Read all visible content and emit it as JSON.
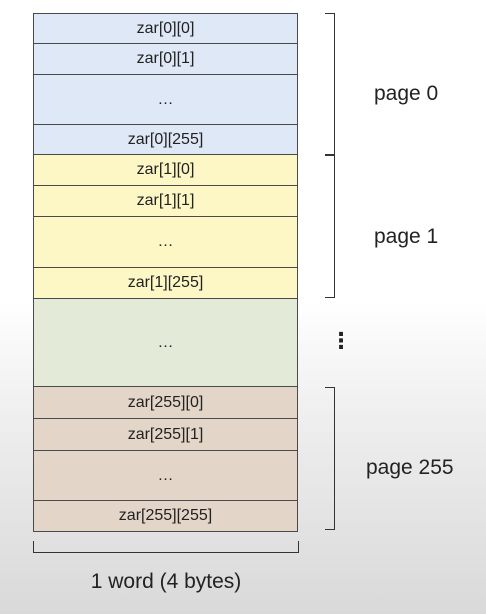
{
  "page0": {
    "cells": [
      "zar[0][0]",
      "zar[0][1]",
      "…",
      "zar[0][255]"
    ],
    "label": "page 0"
  },
  "page1": {
    "cells": [
      "zar[1][0]",
      "zar[1][1]",
      "…",
      "zar[1][255]"
    ],
    "label": "page 1"
  },
  "middle": {
    "cell": "…",
    "dots": "⋮"
  },
  "page255": {
    "cells": [
      "zar[255][0]",
      "zar[255][1]",
      "…",
      "zar[255][255]"
    ],
    "label": "page 255"
  },
  "word_label": "1 word (4 bytes)",
  "colors": {
    "page0": "#dfe8f6",
    "page1": "#fdf7c6",
    "middle": "#e3ead8",
    "page255": "#e3d5c7"
  }
}
